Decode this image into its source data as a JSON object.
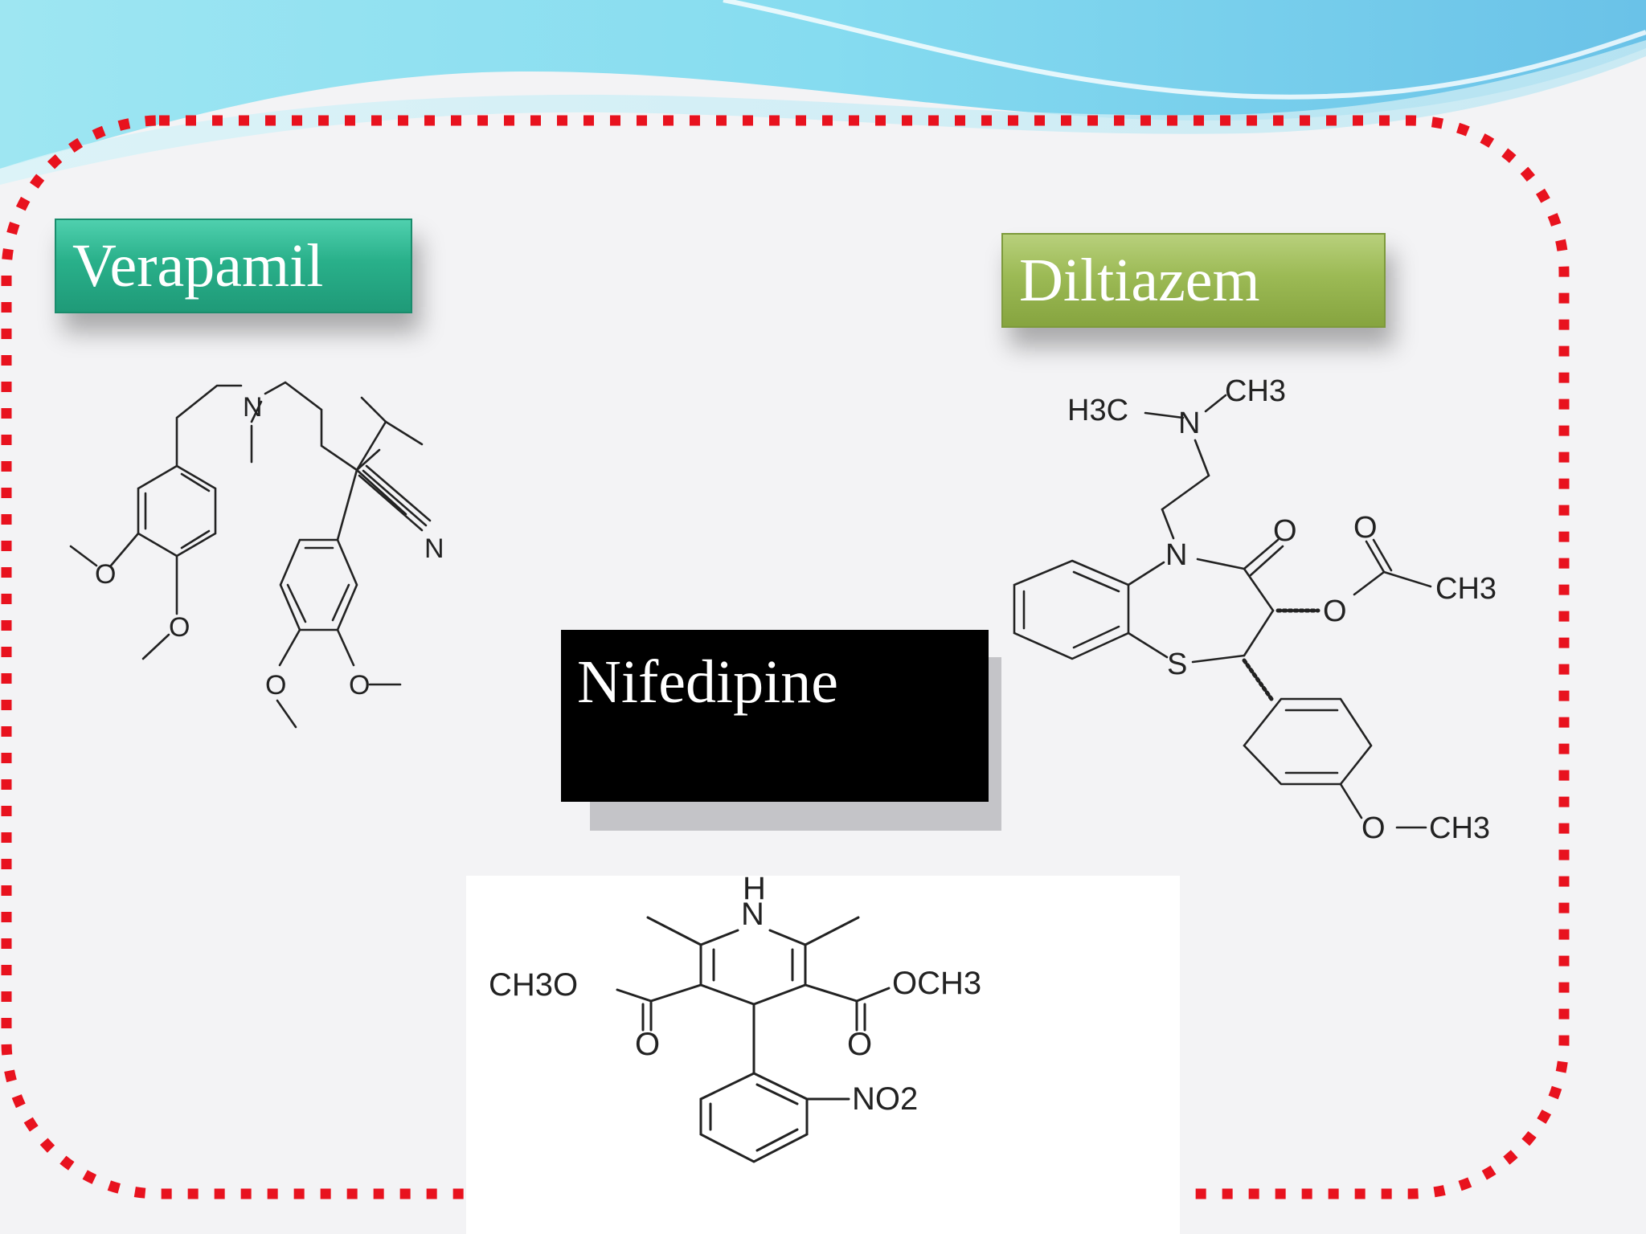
{
  "slide": {
    "titles": {
      "verapamil": "Verapamil",
      "diltiazem": "Diltiazem",
      "nifedipine": "Nifedipine"
    },
    "colors": {
      "border_dots": "#e8121e",
      "verapamil_box": "#29b08a",
      "diltiazem_box": "#9cba55",
      "nifedipine_box": "#000000",
      "wave_top": "#7fd6ee"
    }
  },
  "structures": {
    "verapamil": {
      "atom_labels": {
        "n": "N",
        "nitrile_n": "N",
        "o1": "O",
        "o2": "O",
        "o3": "O",
        "o4": "O"
      }
    },
    "diltiazem": {
      "atom_labels": {
        "h3c": "H3C",
        "n_amine": "N",
        "ch3_amine": "CH3",
        "n_ring": "N",
        "o_ketone": "O",
        "o_ester": "O",
        "o_acetyl": "O",
        "ch3_acetyl": "CH3",
        "s": "S",
        "o_methoxy": "O",
        "ch3_methoxy": "CH3"
      }
    },
    "nifedipine": {
      "atom_labels": {
        "h": "H",
        "n": "N",
        "left_ester": "CH3O",
        "right_ester": "OCH3",
        "o_left": "O",
        "o_right": "O",
        "nitro": "NO2"
      }
    }
  }
}
